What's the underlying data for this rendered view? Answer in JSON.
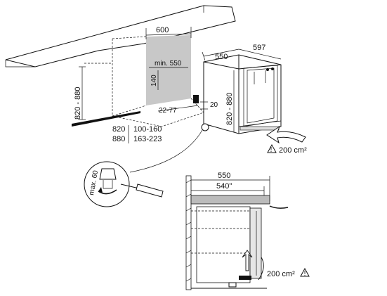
{
  "top_diagram": {
    "dim_niche_width": "600",
    "dim_min_depth": "min. 550",
    "dim_140": "140",
    "dim_22_77": "22-77",
    "dim_20": "20",
    "dim_appliance_depth": "550",
    "dim_appliance_width": "597",
    "dim_height_left": "820 - 880",
    "dim_height_right": "820 - 880",
    "table_row1_height": "820",
    "table_row1_range": "100-160",
    "table_row2_height": "880",
    "table_row2_range": "163-223",
    "vent_area": "200 cm²"
  },
  "adjust_detail": {
    "max_label": "max. 60"
  },
  "section_diagram": {
    "dim_550": "550",
    "dim_540": "540\"",
    "vent_area": "200 cm²"
  },
  "colors": {
    "line": "#111111",
    "shade": "#c8c8c8"
  }
}
